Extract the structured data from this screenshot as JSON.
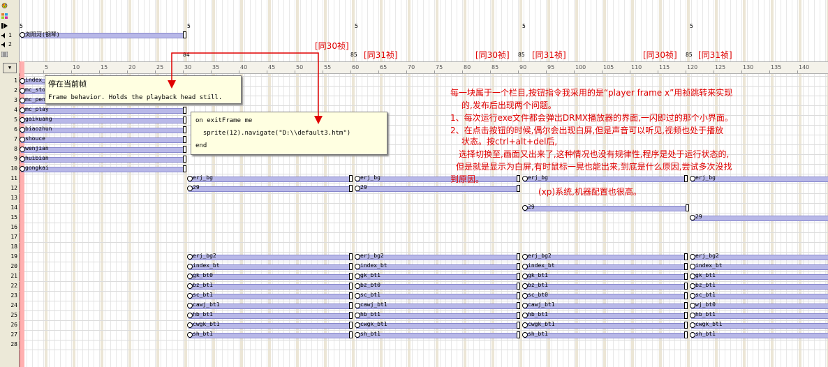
{
  "left_panel": {
    "icons": [
      "color-palette-icon",
      "grid-icon",
      "playback-icon",
      "sound-icon",
      "sound-icon",
      "script-icon"
    ],
    "channel_labels": [
      "",
      "",
      "",
      "1",
      "2",
      ""
    ]
  },
  "ruler": {
    "labels": [
      "5",
      "10",
      "15",
      "20",
      "25",
      "30",
      "35",
      "40",
      "45",
      "50",
      "55",
      "60",
      "65",
      "70",
      "75",
      "80",
      "85",
      "90",
      "95",
      "100",
      "105",
      "110",
      "115",
      "120",
      "125",
      "130",
      "135",
      "140"
    ]
  },
  "rows": {
    "numbers": [
      "1",
      "2",
      "3",
      "4",
      "5",
      "6",
      "7",
      "8",
      "9",
      "10",
      "11",
      "12",
      "13",
      "14",
      "15",
      "16",
      "17",
      "18",
      "19",
      "20",
      "21",
      "22",
      "23",
      "24",
      "25",
      "26",
      "27",
      "28"
    ]
  },
  "top_channel": {
    "sound_name": "浏阳河(钢琴)",
    "tempo_marks": [
      "5",
      "5",
      "5",
      "5",
      "5"
    ],
    "script_marks": [
      "84",
      "85",
      "85",
      "85"
    ]
  },
  "sprites_left": [
    "index_",
    "mc_sto",
    "mc_pen",
    "mc_play",
    "gaikuang",
    "biaozhun",
    "shouce",
    "wenjian",
    "huibian",
    "gongkai"
  ],
  "sprites_11": [
    "erj_bg",
    "erj_bg",
    "erj_bg",
    "erj_bg"
  ],
  "sprites_12": [
    "29",
    "29"
  ],
  "sprite_14": "29",
  "sprite_15": "29",
  "sprites_19": [
    "erj_bg2",
    "erj_bg2",
    "erj_bg2",
    "erj_bg2"
  ],
  "sprites_20": [
    "index_bt",
    "index_bt",
    "index_bt",
    "index_bt"
  ],
  "sprites_21": [
    "gk_bt0",
    "gk_bt1",
    "gk_bt1",
    "gk_bt1"
  ],
  "sprites_22": [
    "bz_bt1",
    "bz_bt0",
    "bz_bt1",
    "bz_bt1"
  ],
  "sprites_23": [
    "sc_bt1",
    "sc_bt1",
    "sc_bt0",
    "sc_bt1"
  ],
  "sprites_24": [
    "cawj_bt1",
    "cawj_bt1",
    "cawj_bt1",
    "wj_bt0"
  ],
  "sprites_25": [
    "hb_bt1",
    "hb_bt1",
    "hb_bt1",
    "hb_bt1"
  ],
  "sprites_26": [
    "cwgk_bt1",
    "cwgk_bt1",
    "cwgk_bt1",
    "cwgk_bt1"
  ],
  "sprites_27": [
    "sh_bt1",
    "sh_bt1",
    "sh_bt1",
    "sh_bt1"
  ],
  "tooltip": {
    "title": "停在当前帧",
    "text": "Frame behavior. Holds the playback head still."
  },
  "script_box": {
    "line1": "on exitFrame me",
    "line2": "  sprite(12).navigate(\"D:\\\\default3.htm\")",
    "line3": "end"
  },
  "annotations": {
    "same30_1": "[同30祯]",
    "same31_1": "[同31祯]",
    "same30_2": "[同30祯]",
    "same31_2": "[同31祯]",
    "same30_3": "[同30祯]",
    "same31_3": "[同31祯]",
    "desc1": "每一块属于一个栏目,按钮指令我采用的是“player frame x”用祯跳转来实现",
    "desc2": "的,发布后出现两个问题。",
    "desc3": "1、每次运行exe文件都会弹出DRMX播放器的界面,一闪即过的那个小界面。",
    "desc4": "2、在点击按钮的时候,偶尔会出现白屏,但是声音可以听见,视频也处于播放",
    "desc5": "状态。按ctrl+alt+del后,",
    "desc6": "选择切换至,画面又出来了,这种情况也没有规律性,程序是处于运行状态的,",
    "desc7": "但是就是显示为白屏,有时鼠标一晃也能出来,到底是什么原因,尝试多次没找",
    "desc8": "到原因。",
    "desc9": "(xp)系统,机器配置也很高。"
  }
}
